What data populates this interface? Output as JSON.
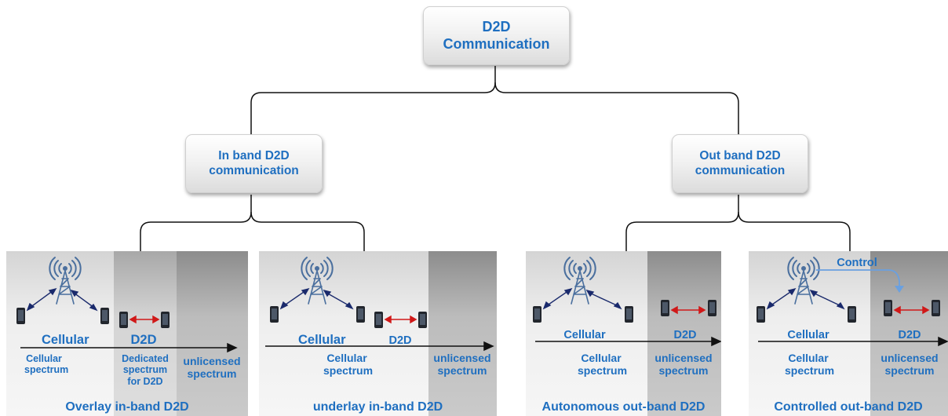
{
  "tree": {
    "root": {
      "line1": "D2D",
      "line2": "Communication"
    },
    "in_band": {
      "line1": "In band D2D",
      "line2": "communication"
    },
    "out_band": {
      "line1": "Out band D2D",
      "line2": "communication"
    }
  },
  "panels": {
    "overlay": {
      "caption": "Overlay in-band  D2D",
      "cellular_label": "Cellular",
      "d2d_label": "D2D",
      "spectrum_cellular": [
        "Cellular",
        "spectrum"
      ],
      "spectrum_dedicated": [
        "Dedicated",
        "spectrum",
        "for D2D"
      ],
      "spectrum_unlicensed": [
        "unlicensed",
        "spectrum"
      ]
    },
    "underlay": {
      "caption": "underlay in-band D2D",
      "cellular_label": "Cellular",
      "d2d_label": "D2D",
      "spectrum_cellular": [
        "Cellular",
        "spectrum"
      ],
      "spectrum_unlicensed": [
        "unlicensed",
        "spectrum"
      ]
    },
    "autonomous": {
      "caption": "Autonomous out-band  D2D",
      "cellular_label": "Cellular",
      "d2d_label": "D2D",
      "spectrum_cellular": [
        "Cellular",
        "spectrum"
      ],
      "spectrum_unlicensed": [
        "unlicensed",
        "spectrum"
      ]
    },
    "controlled": {
      "caption": "Controlled out-band  D2D",
      "control_label": "Control",
      "cellular_label": "Cellular",
      "d2d_label": "D2D",
      "spectrum_cellular": [
        "Cellular",
        "spectrum"
      ],
      "spectrum_unlicensed": [
        "unlicensed",
        "spectrum"
      ]
    }
  },
  "colors": {
    "label_blue": "#1f6fc0",
    "d2d_link_red": "#d01818",
    "cell_link_navy": "#1a2a6c",
    "control_arrow": "#6aa0e0"
  },
  "icons": [
    "cell-tower-icon",
    "smartphone-icon"
  ]
}
